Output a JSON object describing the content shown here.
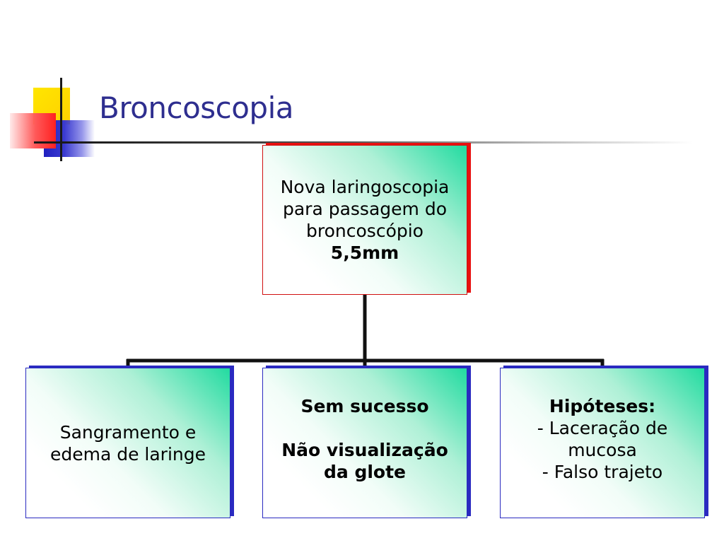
{
  "title": "Broncoscopia",
  "root": {
    "lines": [
      "Nova laringoscopia",
      "para passagem do",
      "broncoscópio"
    ],
    "emphasis": "5,5mm"
  },
  "children": [
    {
      "lines": [
        "Sangramento e",
        "edema de laringe"
      ]
    },
    {
      "heading": "Sem sucesso",
      "bold_lines": [
        "Não visualização",
        "da glote"
      ]
    },
    {
      "heading": "Hipóteses:",
      "lines": [
        "- Laceração de",
        "mucosa",
        "- Falso trajeto"
      ]
    }
  ],
  "colors": {
    "title": "#2e2e8f",
    "root_border": "#e81010",
    "child_border": "#2a2ac0",
    "gradient_accent": "#22dba0"
  }
}
